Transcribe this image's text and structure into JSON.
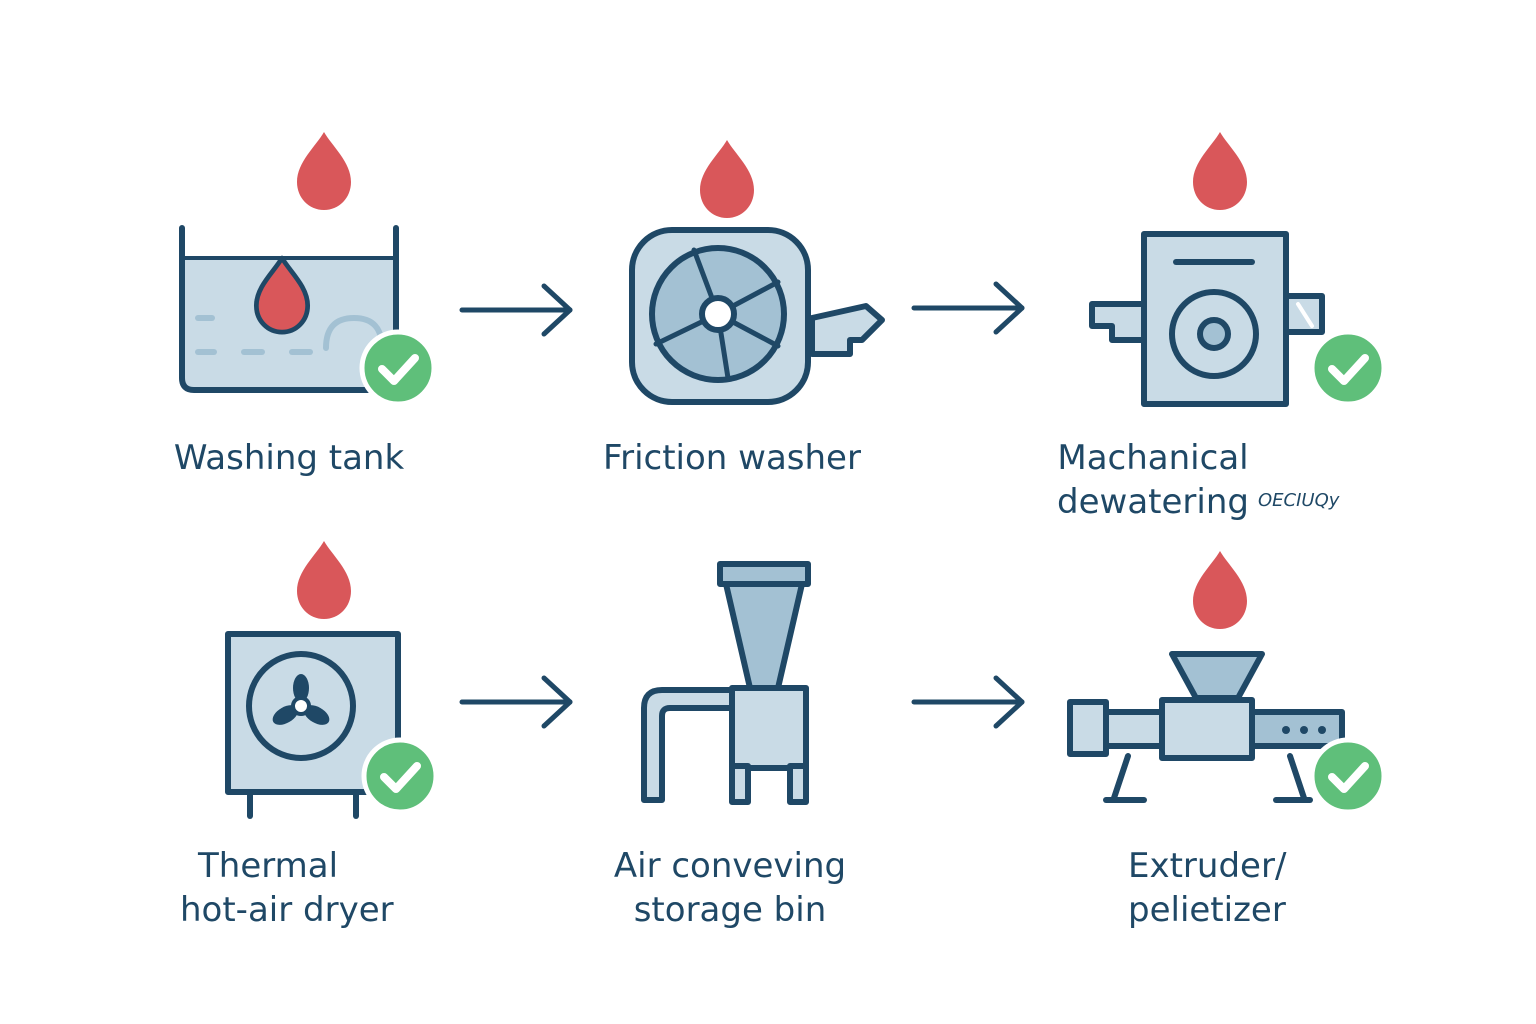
{
  "stages": [
    {
      "id": "washing-tank",
      "lines": [
        "Washing tank"
      ],
      "water_drop": true,
      "checked": true
    },
    {
      "id": "friction-washer",
      "lines": [
        "Friction washer"
      ],
      "water_drop": true,
      "checked": false
    },
    {
      "id": "mechanical-dewatering",
      "lines": [
        "Machanical",
        "dewatering"
      ],
      "note": "OECIUQy",
      "water_drop": true,
      "checked": true
    },
    {
      "id": "thermal-dryer",
      "lines": [
        "Thermal",
        "hot-air dryer"
      ],
      "water_drop": true,
      "checked": true
    },
    {
      "id": "air-conveying",
      "lines": [
        "Air conveving",
        "storage bin"
      ],
      "water_drop": false,
      "checked": false
    },
    {
      "id": "extruder",
      "lines": [
        "Extruder/",
        "pelietizer"
      ],
      "water_drop": true,
      "checked": true
    }
  ],
  "colors": {
    "stroke": "#1f4866",
    "fill": "#c9dbe6",
    "fill_dark": "#a3c1d3",
    "drop": "#d9575a",
    "check": "#5fbf7a",
    "text": "#1f4866"
  },
  "icons": [
    "water-drop-icon",
    "check-icon",
    "arrow-right-icon"
  ]
}
